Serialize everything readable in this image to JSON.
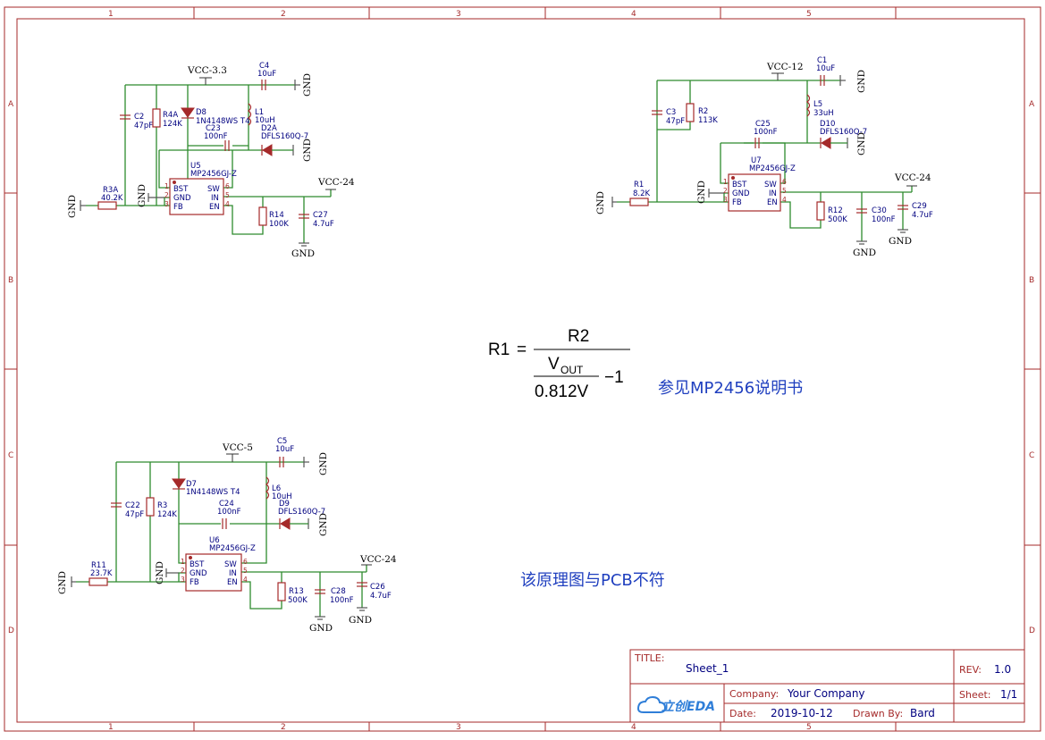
{
  "zones": {
    "cols": [
      "1",
      "2",
      "3",
      "4",
      "5"
    ],
    "rows": [
      "A",
      "B",
      "C",
      "D"
    ]
  },
  "circuit1": {
    "vout_net": "VCC-3.3",
    "vin_net": "VCC-24",
    "gnd": "GND",
    "u": {
      "ref": "U5",
      "part": "MP2456GJ-Z"
    },
    "c_ff": {
      "ref": "C2",
      "val": "47pF"
    },
    "r_top": {
      "ref": "R4A",
      "val": "124K"
    },
    "d_bst": {
      "ref": "D8",
      "val": "1N4148WS T4"
    },
    "c_out": {
      "ref": "C4",
      "val": "10uF"
    },
    "l": {
      "ref": "L1",
      "val": "10uH"
    },
    "c_bst": {
      "ref": "C23",
      "val": "100nF"
    },
    "d_sch": {
      "ref": "D2A",
      "val": "DFLS160Q-7"
    },
    "r_bot": {
      "ref": "R3A",
      "val": "40.2K"
    },
    "r_en": {
      "ref": "R14",
      "val": "100K"
    },
    "c_in": {
      "ref": "C27",
      "val": "4.7uF"
    }
  },
  "circuit2": {
    "vout_net": "VCC-12",
    "vin_net": "VCC-24",
    "gnd": "GND",
    "u": {
      "ref": "U7",
      "part": "MP2456GJ-Z"
    },
    "c_ff": {
      "ref": "C3",
      "val": "47pF"
    },
    "r_top": {
      "ref": "R2",
      "val": "113K"
    },
    "c_out": {
      "ref": "C1",
      "val": "10uF"
    },
    "l": {
      "ref": "L5",
      "val": "33uH"
    },
    "c_bst": {
      "ref": "C25",
      "val": "100nF"
    },
    "d_sch": {
      "ref": "D10",
      "val": "DFLS160Q-7"
    },
    "r_bot": {
      "ref": "R1",
      "val": "8.2K"
    },
    "r_en": {
      "ref": "R12",
      "val": "500K"
    },
    "c_in1": {
      "ref": "C30",
      "val": "100nF"
    },
    "c_in": {
      "ref": "C29",
      "val": "4.7uF"
    }
  },
  "circuit3": {
    "vout_net": "VCC-5",
    "vin_net": "VCC-24",
    "gnd": "GND",
    "u": {
      "ref": "U6",
      "part": "MP2456GJ-Z"
    },
    "c_ff": {
      "ref": "C22",
      "val": "47pF"
    },
    "r_top": {
      "ref": "R3",
      "val": "124K"
    },
    "d_bst": {
      "ref": "D7",
      "val": "1N4148WS T4"
    },
    "c_out": {
      "ref": "C5",
      "val": "10uF"
    },
    "l": {
      "ref": "L6",
      "val": "10uH"
    },
    "c_bst": {
      "ref": "C24",
      "val": "100nF"
    },
    "d_sch": {
      "ref": "D9",
      "val": "DFLS160Q-7"
    },
    "r_bot": {
      "ref": "R11",
      "val": "23.7K"
    },
    "r_en": {
      "ref": "R13",
      "val": "500K"
    },
    "c_in1": {
      "ref": "C28",
      "val": "100nF"
    },
    "c_in": {
      "ref": "C26",
      "val": "4.7uF"
    }
  },
  "pins": {
    "bst": "BST",
    "gnd": "GND",
    "fb": "FB",
    "sw": "SW",
    "in": "IN",
    "en": "EN",
    "n1": "1",
    "n2": "2",
    "n3": "3",
    "n4": "4",
    "n5": "5",
    "n6": "6"
  },
  "formula": {
    "lhs": "R1",
    "eq": "=",
    "numerator": "R2",
    "v": "V",
    "vsub": "OUT",
    "denominator": "0.812V",
    "minus": "−1"
  },
  "notes": {
    "datasheet": "参见MP2456说明书",
    "mismatch": "该原理图与PCB不符"
  },
  "title_block": {
    "title_label": "TITLE:",
    "title": "Sheet_1",
    "rev_label": "REV:",
    "rev": "1.0",
    "company_label": "Company:",
    "company": "Your Company",
    "sheet_label": "Sheet:",
    "sheet": "1/1",
    "date_label": "Date:",
    "date": "2019-10-12",
    "drawn_label": "Drawn By:",
    "drawn": "Bard",
    "logo_text": "立创EDA"
  },
  "colors": {
    "frame": "#a52a2a",
    "wire": "#2e8b2e",
    "label": "#000080",
    "note": "#1f3fbf"
  }
}
